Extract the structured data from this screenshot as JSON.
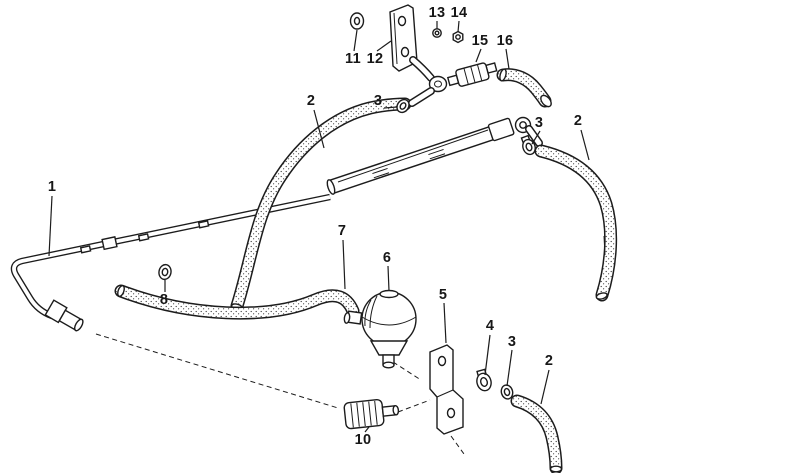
{
  "diagram": {
    "kind": "exploded-parts-line-drawing",
    "subject": "fuel hose and valve assembly",
    "background_color": "#ffffff",
    "ink_color": "#1c1c1c",
    "callouts": [
      {
        "label": "1"
      },
      {
        "label": "2"
      },
      {
        "label": "3"
      },
      {
        "label": "11"
      },
      {
        "label": "12"
      },
      {
        "label": "13"
      },
      {
        "label": "14"
      },
      {
        "label": "15"
      },
      {
        "label": "16"
      },
      {
        "label": "3"
      },
      {
        "label": "2"
      },
      {
        "label": "7"
      },
      {
        "label": "6"
      },
      {
        "label": "5"
      },
      {
        "label": "8"
      },
      {
        "label": "4"
      },
      {
        "label": "3"
      },
      {
        "label": "2"
      },
      {
        "label": "10"
      }
    ]
  }
}
